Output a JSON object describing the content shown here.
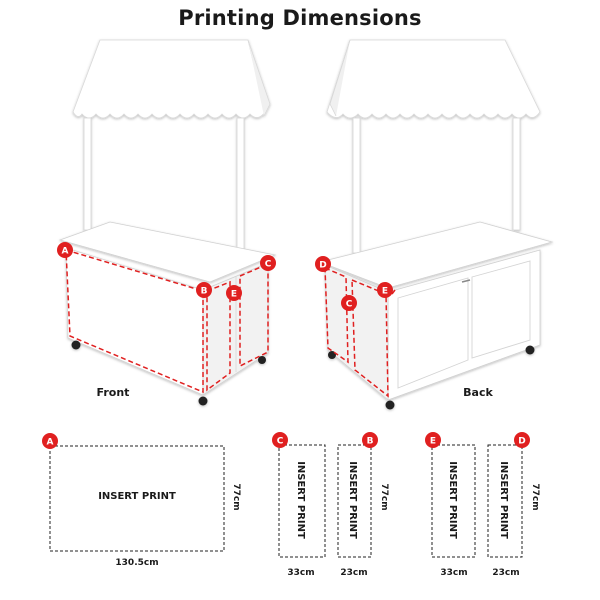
{
  "title": "Printing Dimensions",
  "views": {
    "front": "Front",
    "back": "Back"
  },
  "badges": {
    "a": "A",
    "b": "B",
    "c": "C",
    "d": "D",
    "e": "E"
  },
  "panels": {
    "a": {
      "text": "INSERT PRINT",
      "width": "130.5cm",
      "height": "77cm"
    },
    "c": {
      "text": "INSERT PRINT",
      "width": "33cm"
    },
    "b": {
      "text": "INSERT PRINT",
      "width": "23cm",
      "height": "77cm"
    },
    "e": {
      "text": "INSERT PRINT",
      "width": "33cm"
    },
    "d": {
      "text": "INSERT PRINT",
      "width": "23cm",
      "height": "77cm"
    }
  },
  "colors": {
    "accent": "#e02020",
    "outline": "#333333",
    "cart": "#ffffff",
    "shade": "#eeeeee"
  }
}
